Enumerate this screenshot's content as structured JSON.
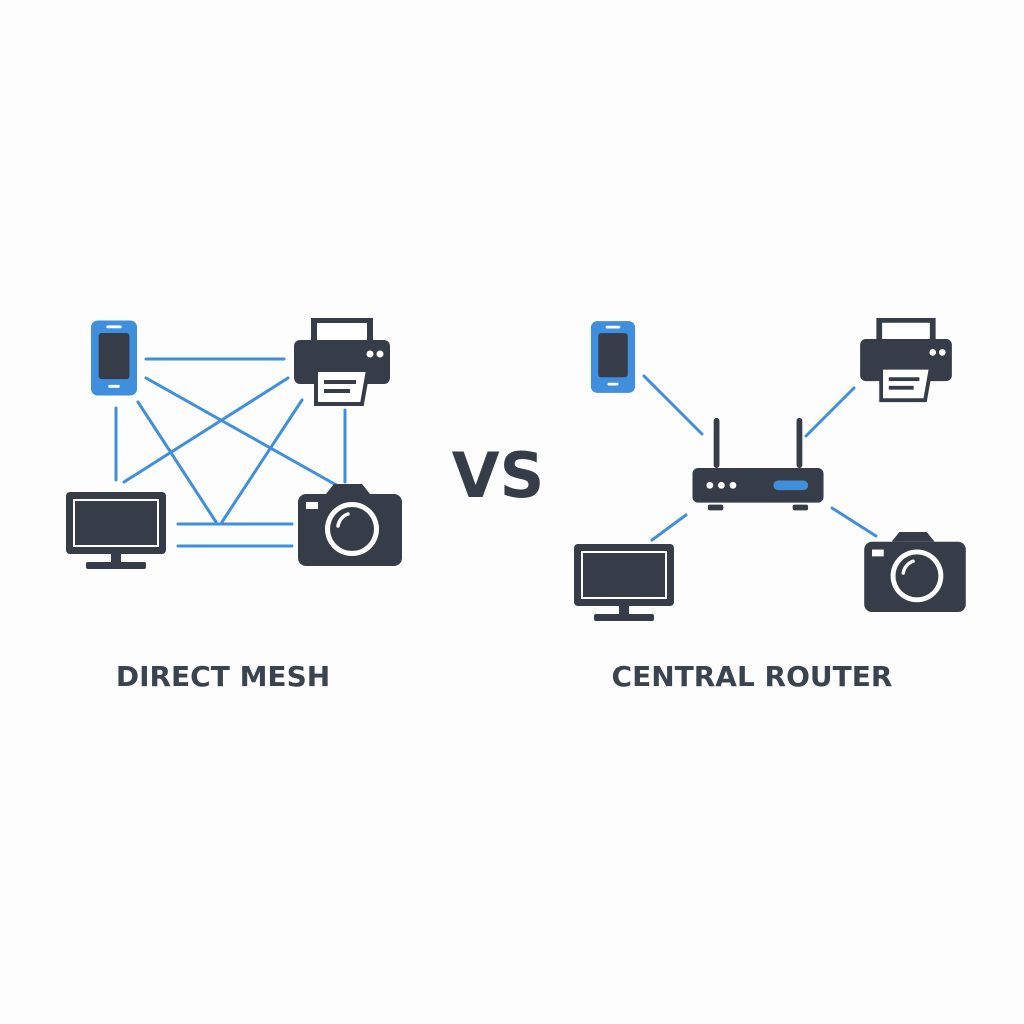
{
  "colors": {
    "dark": "#363d48",
    "blue": "#3f8fdc",
    "line": "#3f8fdc",
    "background": "#fdfdfd",
    "label": "#3a4350"
  },
  "labels": {
    "mesh": "DIRECT MESH",
    "vs": "VS",
    "router": "CENTRAL ROUTER"
  },
  "mesh": {
    "devices": [
      "phone-icon",
      "printer-icon",
      "monitor-icon",
      "camera-icon"
    ],
    "links": [
      [
        "phone",
        "printer"
      ],
      [
        "phone",
        "monitor"
      ],
      [
        "phone",
        "camera"
      ],
      [
        "printer",
        "monitor"
      ],
      [
        "printer",
        "camera"
      ],
      [
        "monitor",
        "camera"
      ]
    ]
  },
  "router_topology": {
    "hub": "router-icon",
    "devices": [
      "phone-icon",
      "printer-icon",
      "monitor-icon",
      "camera-icon"
    ]
  }
}
